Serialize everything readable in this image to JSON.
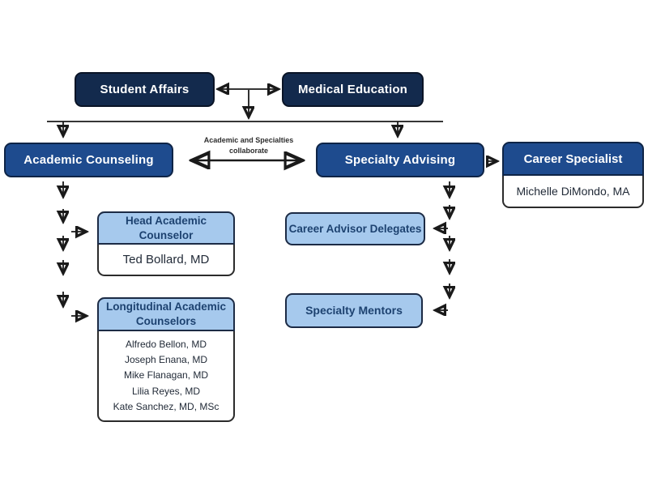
{
  "colors": {
    "dark_navy": "#132a4d",
    "mid_blue": "#1e4b8e",
    "light_blue": "#a6c9ed",
    "line_black": "#1a1a1a",
    "navy_text": "#1d4270",
    "white": "#ffffff"
  },
  "nodes": {
    "student_affairs": {
      "label": "Student Affairs"
    },
    "medical_education": {
      "label": "Medical Education"
    },
    "academic_counseling": {
      "label": "Academic Counseling"
    },
    "specialty_advising": {
      "label": "Specialty Advising"
    },
    "career_specialist": {
      "label": "Career Specialist",
      "person": "Michelle DiMondo, MA"
    },
    "head_academic_counselor": {
      "label": "Head Academic Counselor",
      "person": "Ted Bollard, MD"
    },
    "longitudinal_academic_counselors": {
      "label": "Longitudinal Academic Counselors",
      "members": [
        "Alfredo Bellon, MD",
        "Joseph Enana, MD",
        "Mike Flanagan, MD",
        "Lilia Reyes, MD",
        "Kate Sanchez, MD, MSc"
      ]
    },
    "career_advisor_delegates": {
      "label": "Career Advisor Delegates"
    },
    "specialty_mentors": {
      "label": "Specialty Mentors"
    }
  },
  "annotations": {
    "collaborate": "Academic and Specialties collaborate"
  }
}
